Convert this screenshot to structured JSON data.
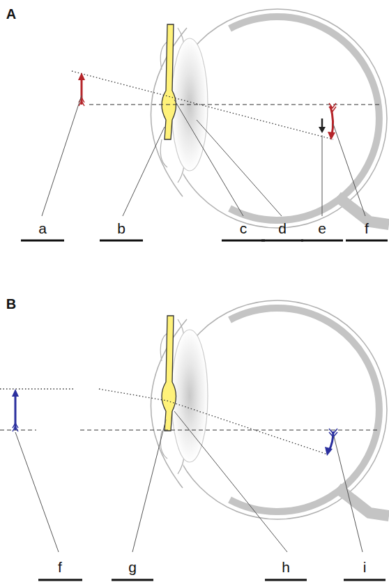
{
  "diagram": {
    "labels": [
      "A",
      "a",
      "b",
      "c",
      "d",
      "e",
      "f",
      "B",
      "f",
      "g",
      "h",
      "i"
    ]
  }
}
